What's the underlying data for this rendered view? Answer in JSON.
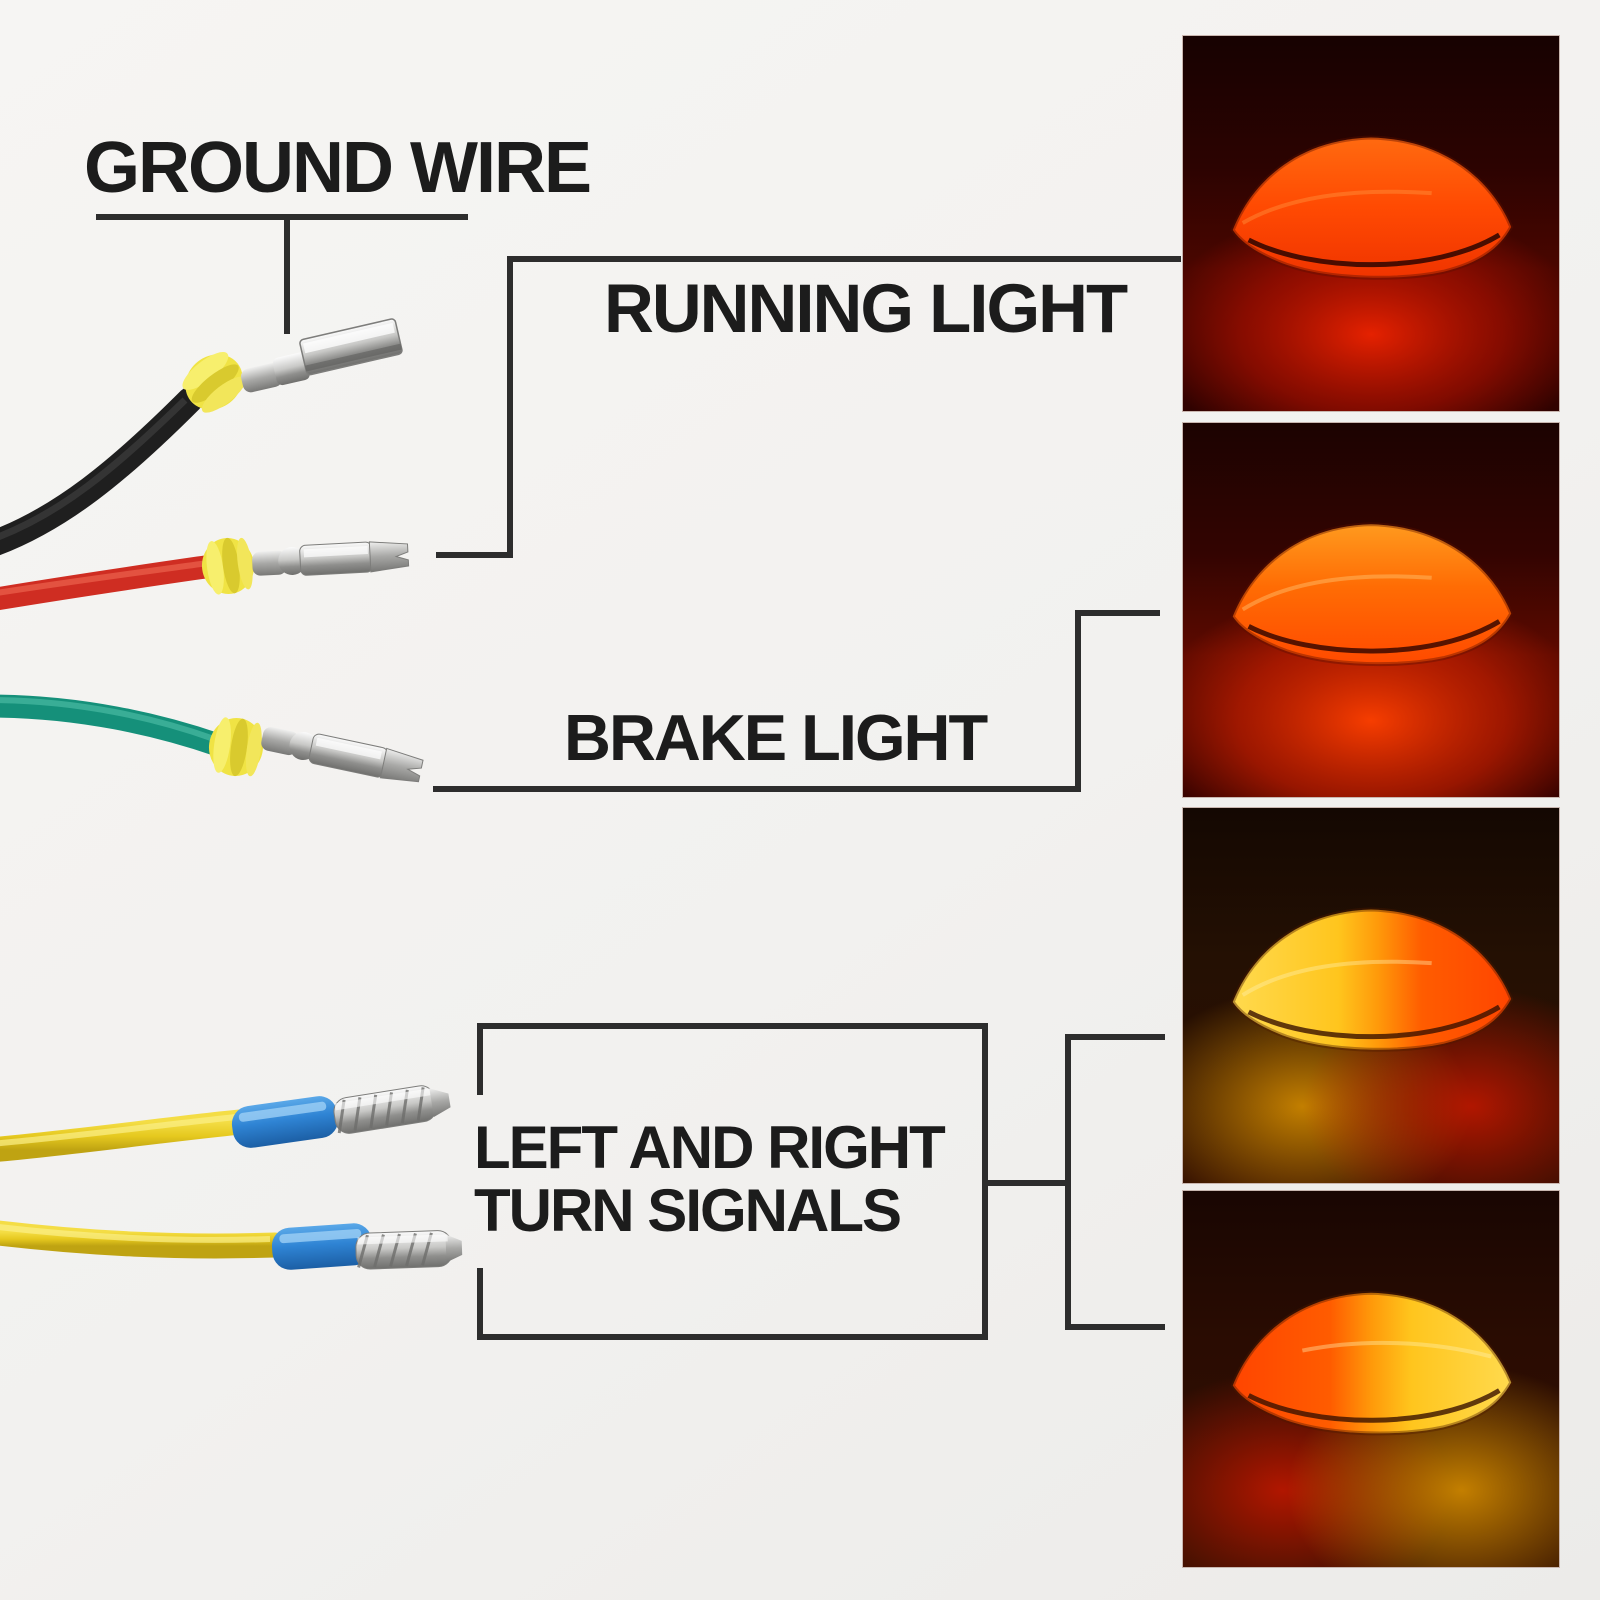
{
  "page": {
    "background": "#f2f1ef",
    "line_color": "#2d2d2d",
    "text_color": "#1c1c1c"
  },
  "labels": {
    "ground_wire": "GROUND WIRE",
    "running_light": "RUNNING LIGHT",
    "brake_light": "BRAKE LIGHT",
    "turn_signals_line1": "LEFT AND RIGHT",
    "turn_signals_line2": "TURN SIGNALS"
  },
  "wires": [
    {
      "id": "ground",
      "label": "GROUND WIRE",
      "wire_color": "#232323",
      "seal_color": "#f0e344",
      "terminal": "silver female spade terminal"
    },
    {
      "id": "running-light",
      "label": "RUNNING LIGHT",
      "wire_color": "#cf2d22",
      "seal_color": "#f0e344",
      "terminal": "silver female crimp terminal"
    },
    {
      "id": "brake-light",
      "label": "BRAKE LIGHT",
      "wire_color": "#15907a",
      "seal_color": "#f0e344",
      "terminal": "silver female crimp terminal"
    },
    {
      "id": "turn-signal-1",
      "label": "LEFT AND RIGHT TURN SIGNALS",
      "wire_color": "#e6c91f",
      "sleeve_color": "#2f84d4",
      "terminal": "silver male bullet terminal"
    },
    {
      "id": "turn-signal-2",
      "label": "LEFT AND RIGHT TURN SIGNALS",
      "wire_color": "#e6c91f",
      "sleeve_color": "#2f84d4",
      "terminal": "silver male bullet terminal"
    }
  ],
  "photos": [
    {
      "id": "running-light-photo",
      "shows": "tail lamp fully lit red-orange",
      "lamp_color": "#ff4a00"
    },
    {
      "id": "brake-light-photo",
      "shows": "tail lamp fully lit bright orange",
      "lamp_color": "#ff6f00"
    },
    {
      "id": "left-turn-signal-photo",
      "shows": "tail lamp left half lit amber",
      "lamp_colors": [
        "#ffc91f",
        "#ff5400"
      ]
    },
    {
      "id": "right-turn-signal-photo",
      "shows": "tail lamp right half lit amber",
      "lamp_colors": [
        "#ff5400",
        "#ffc91f"
      ]
    }
  ]
}
